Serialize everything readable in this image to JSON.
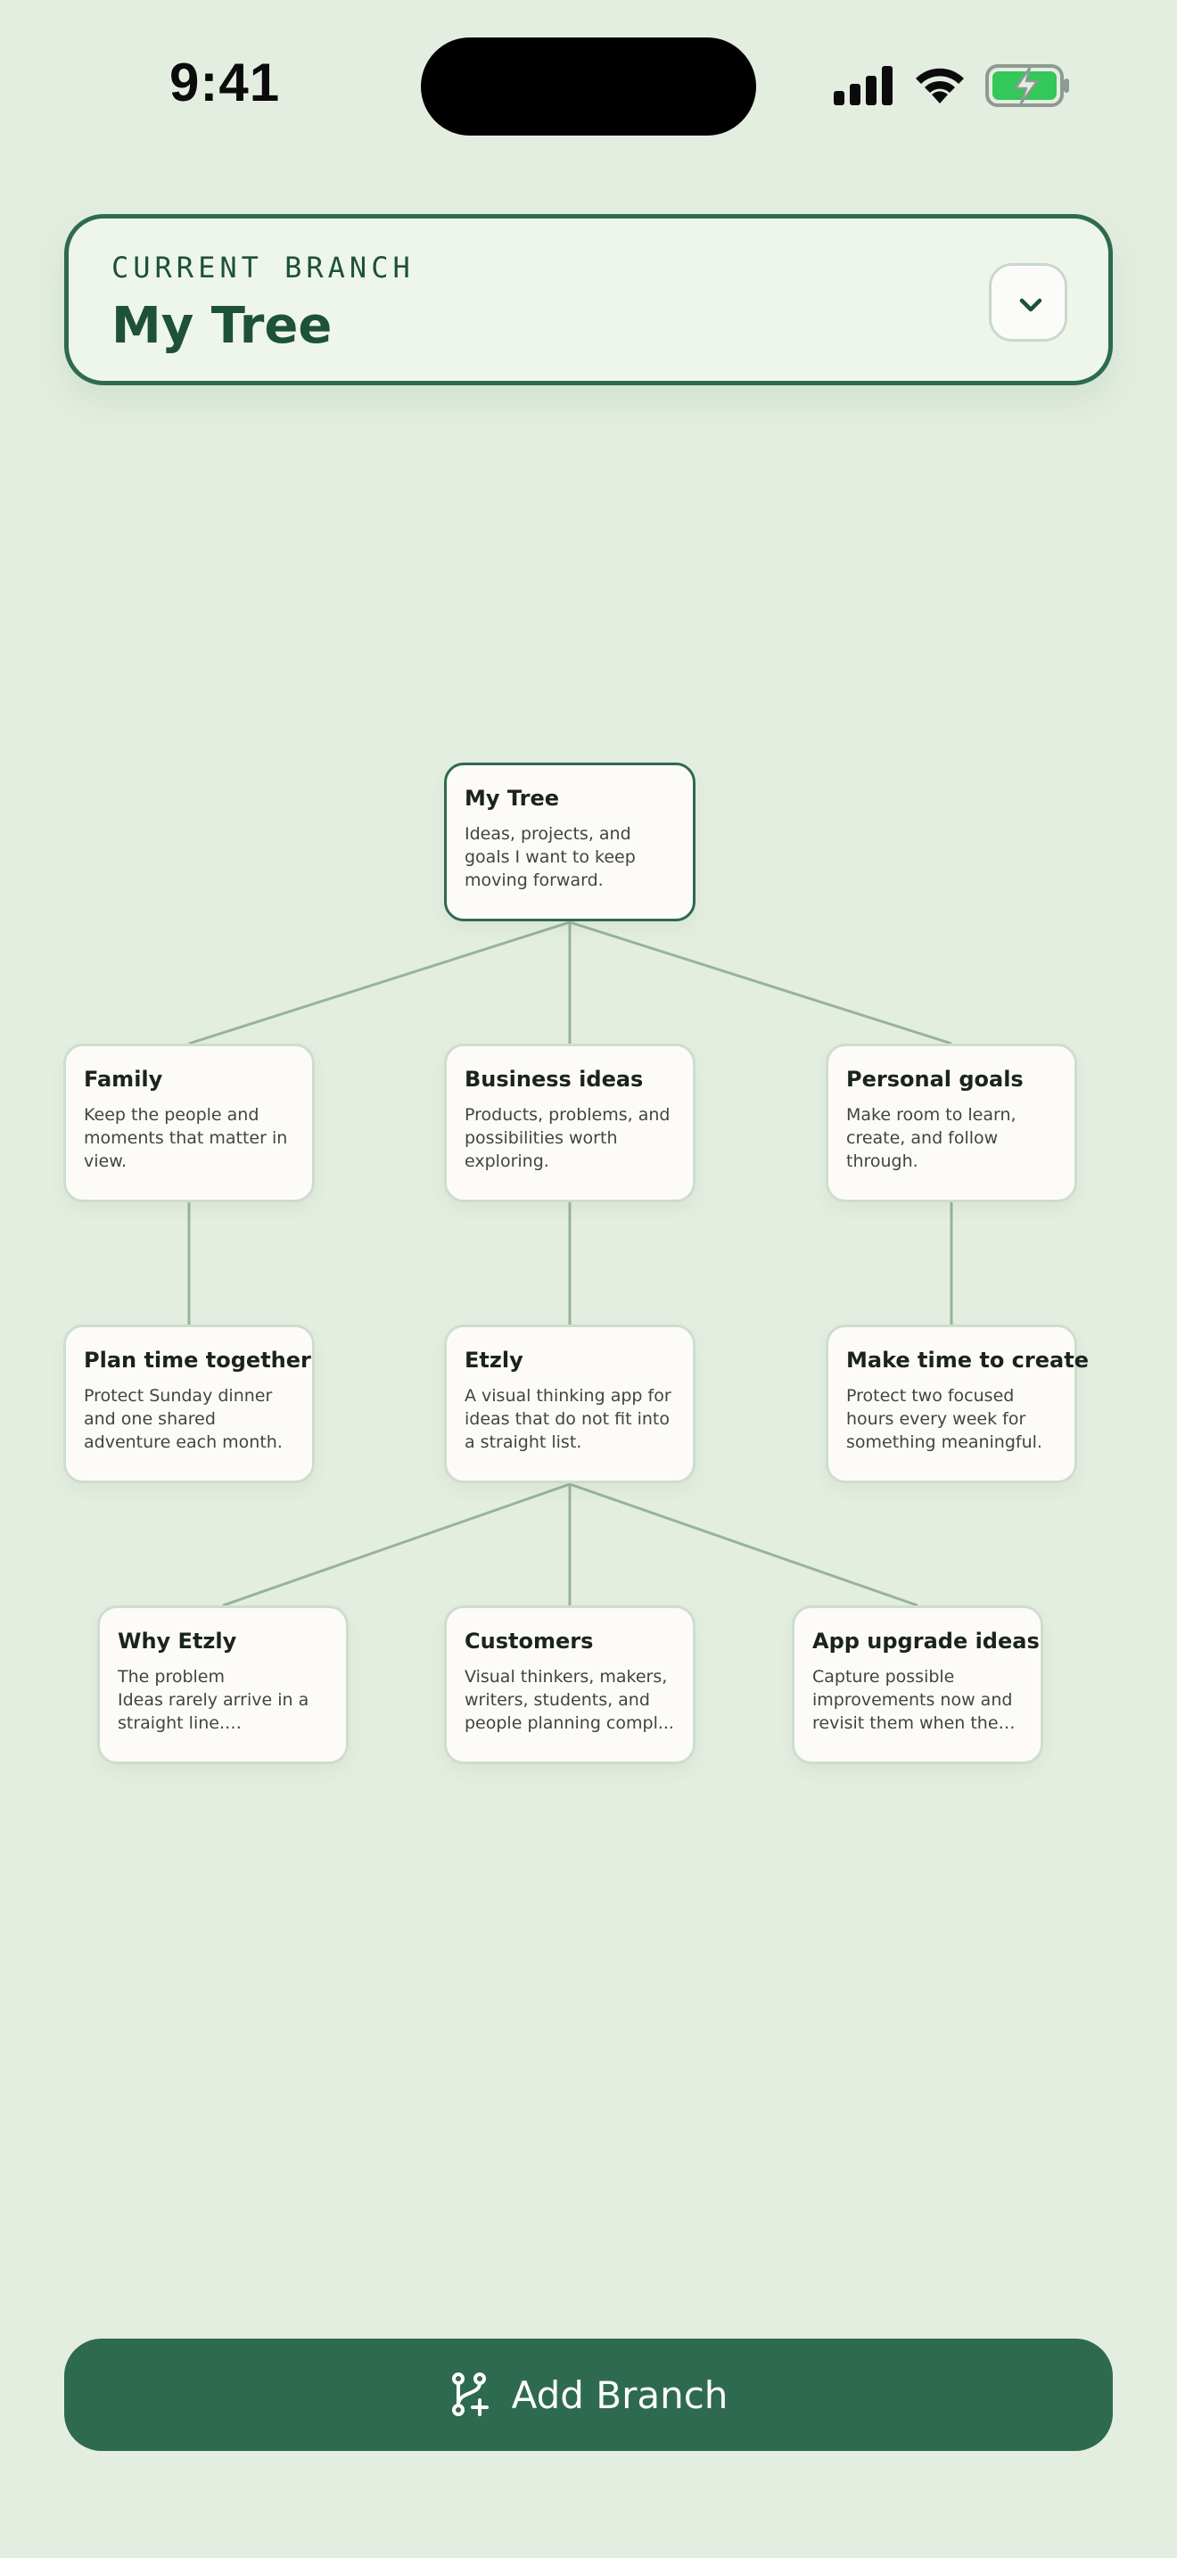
{
  "status_bar": {
    "time": "9:41"
  },
  "branch_selector": {
    "label": "CURRENT BRANCH",
    "title": "My Tree"
  },
  "tree": {
    "root": {
      "title": "My Tree",
      "desc": "Ideas, projects, and goals I want to keep moving forward."
    },
    "family": {
      "title": "Family",
      "desc": "Keep the people and moments that matter in view."
    },
    "business": {
      "title": "Business ideas",
      "desc": "Products, problems, and possibilities worth exploring."
    },
    "personal": {
      "title": "Personal goals",
      "desc": "Make room to learn, create, and follow through."
    },
    "plan_time": {
      "title": "Plan time together",
      "desc": "Protect Sunday dinner and one shared adventure each month."
    },
    "etzly": {
      "title": "Etzly",
      "desc": "A visual thinking app for ideas that do not fit into a straight list."
    },
    "make_time": {
      "title": "Make time to create",
      "desc": "Protect two focused hours every week for something meaningful."
    },
    "why_etzly": {
      "title": "Why Etzly",
      "desc": "The problem\nIdeas rarely arrive in a straight line. Traditional..."
    },
    "customers": {
      "title": "Customers",
      "desc": "Visual thinkers, makers, writers, students, and people planning compl..."
    },
    "upgrade": {
      "title": "App upgrade ideas",
      "desc": "Capture possible improvements now and revisit them when the c..."
    }
  },
  "add_branch": {
    "label": "Add Branch"
  },
  "colors": {
    "background": "#e4eee0",
    "accent": "#2e6a50",
    "node_bg": "#fdfbf7",
    "connector": "#97b39d"
  },
  "icons": [
    "signal-icon",
    "wifi-icon",
    "battery-charging-icon",
    "chevron-down-icon",
    "branch-add-icon"
  ]
}
